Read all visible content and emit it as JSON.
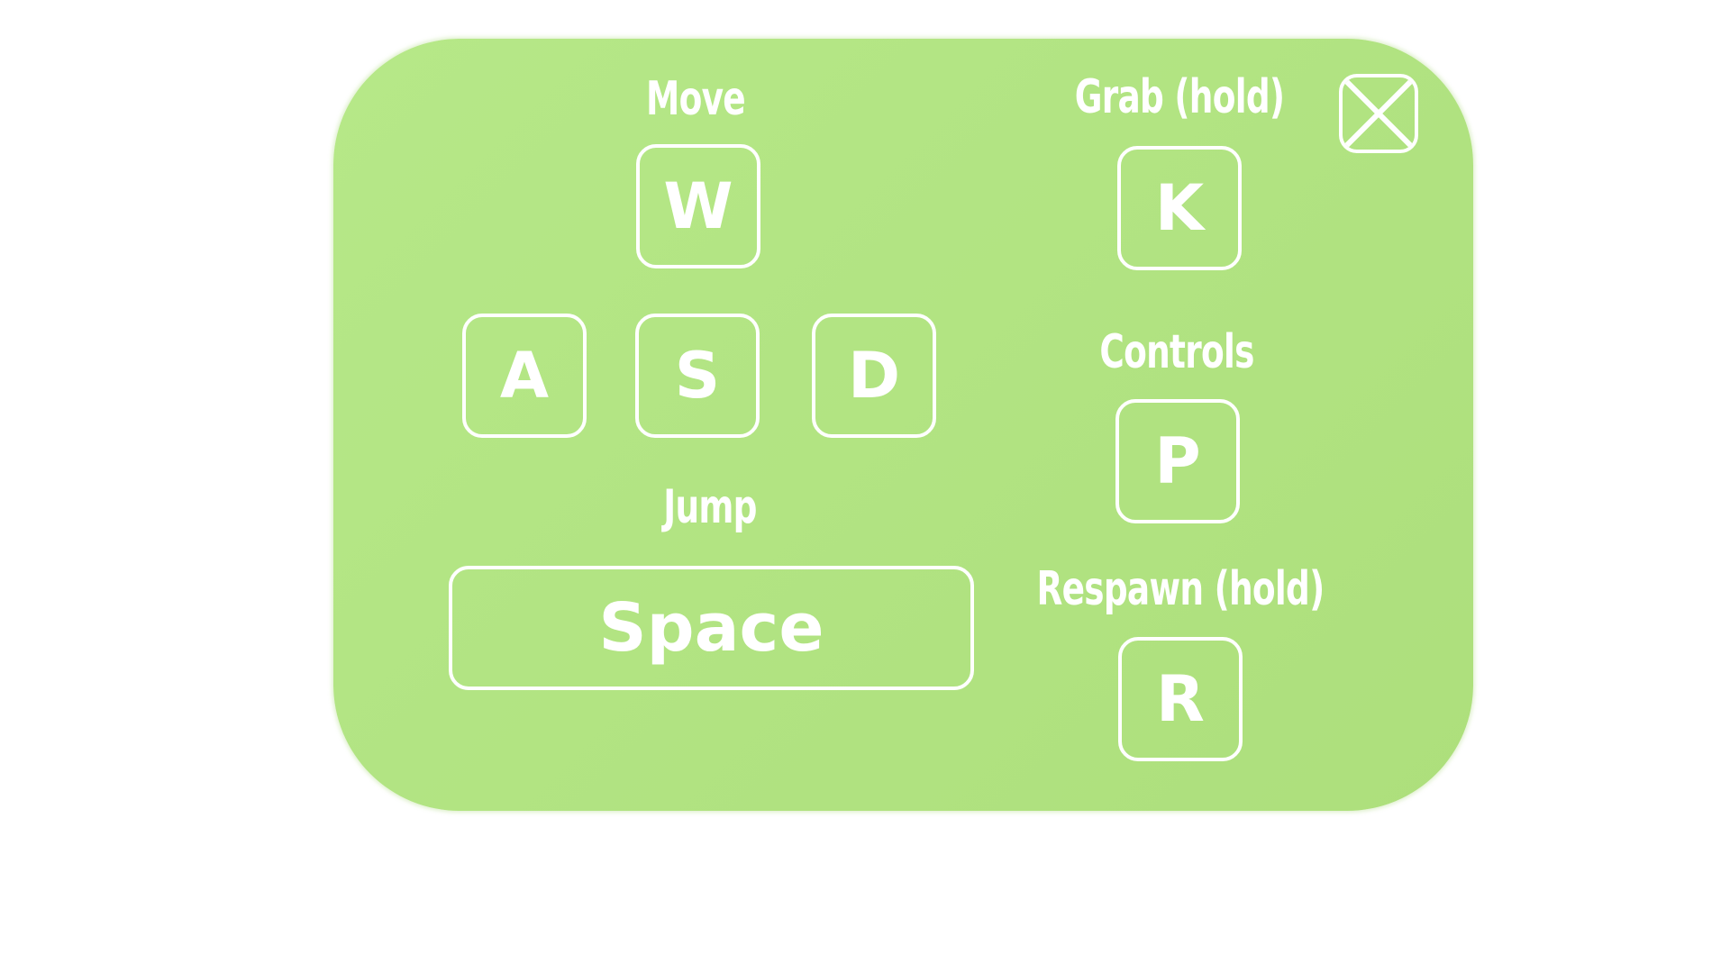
{
  "controls_panel": {
    "move_label": "Move",
    "grab_label": "Grab (hold)",
    "controls_label": "Controls",
    "jump_label": "Jump",
    "respawn_label": "Respawn (hold)",
    "keys": {
      "w": "W",
      "a": "A",
      "s": "S",
      "d": "D",
      "space": "Space",
      "k": "K",
      "p": "P",
      "r": "R"
    },
    "close_icon": "close-x-icon",
    "colors": {
      "panel": "#b3e585",
      "foreground": "#ffffff"
    }
  }
}
